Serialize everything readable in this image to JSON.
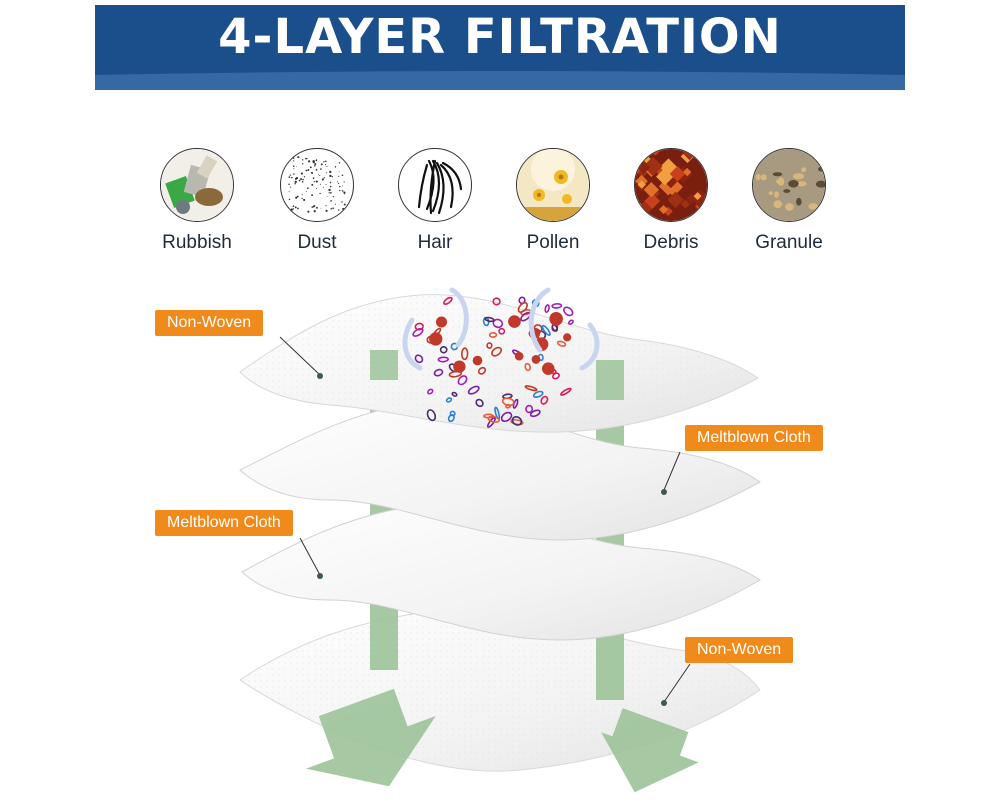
{
  "header": {
    "title": "4-LAYER FILTRATION",
    "bg_color": "#1a4f8c"
  },
  "particles": [
    {
      "label": "Rubbish",
      "icon": "rubbish-icon"
    },
    {
      "label": "Dust",
      "icon": "dust-icon"
    },
    {
      "label": "Hair",
      "icon": "hair-icon"
    },
    {
      "label": "Pollen",
      "icon": "pollen-icon"
    },
    {
      "label": "Debris",
      "icon": "debris-icon"
    },
    {
      "label": "Granule",
      "icon": "granule-icon"
    }
  ],
  "layers": [
    {
      "label": "Non-Woven"
    },
    {
      "label": "Meltblown Cloth"
    },
    {
      "label": "Meltblown Cloth"
    },
    {
      "label": "Non-Woven"
    }
  ],
  "colors": {
    "tag": "#ef8a1b",
    "flow_arrow": "#9cc39a",
    "banner": "#1a4f8c"
  }
}
